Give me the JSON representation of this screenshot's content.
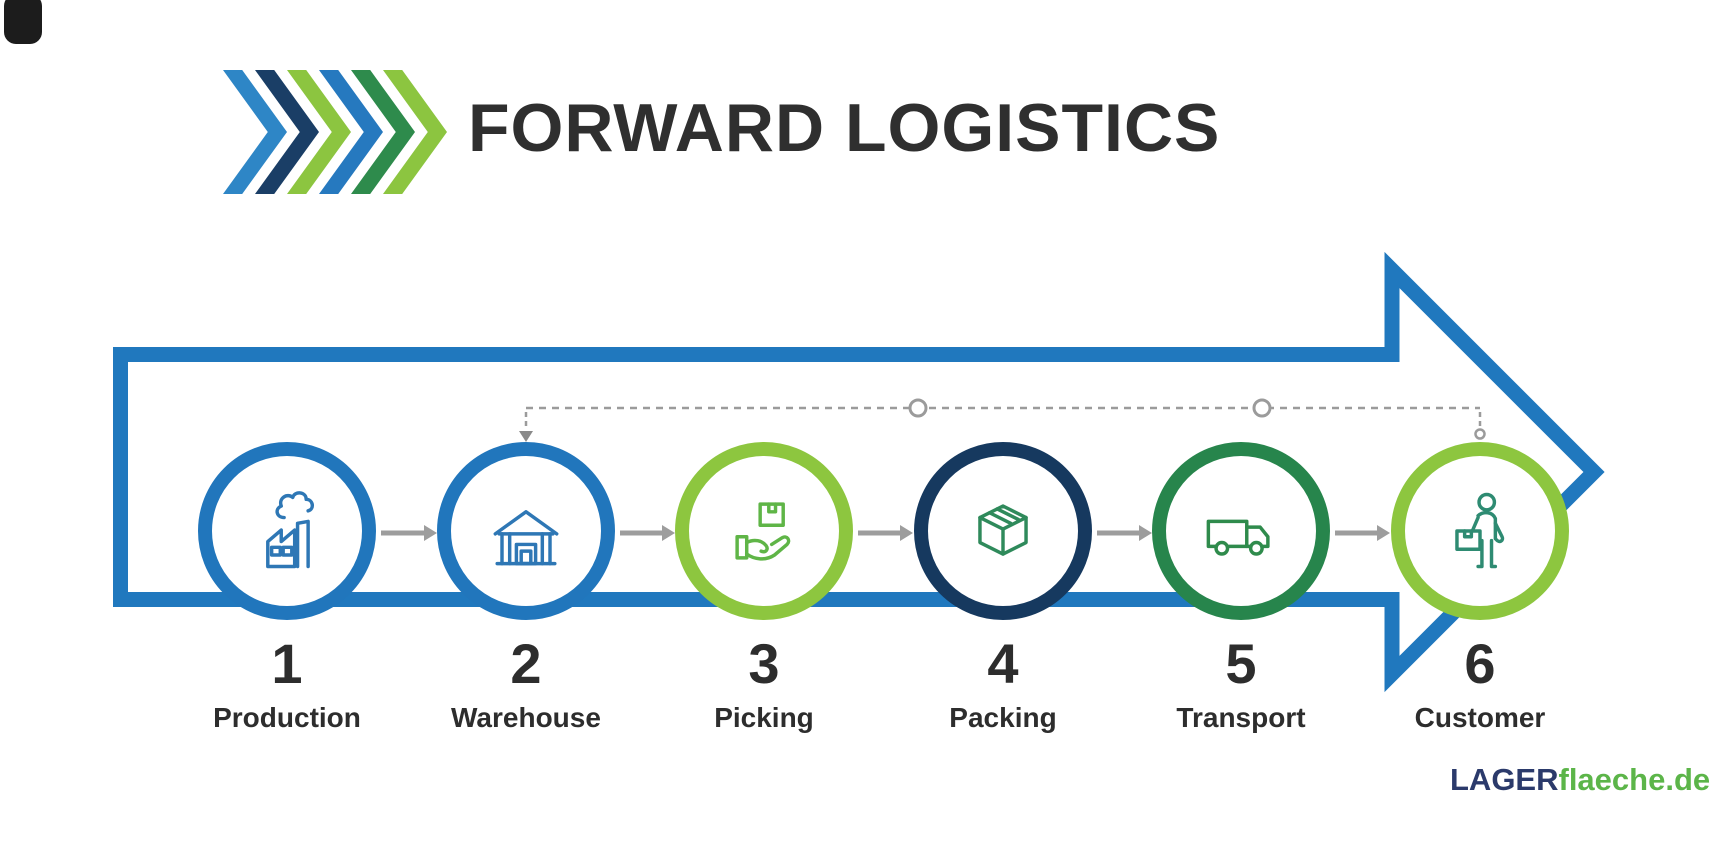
{
  "header": {
    "title": "FORWARD LOGISTICS"
  },
  "logo_chevrons": {
    "colors": [
      "#2e86c6",
      "#1a3e66",
      "#8cc540",
      "#2679bf",
      "#2e8b4c",
      "#8cc540"
    ]
  },
  "flow": {
    "arrow_color": "#2078be",
    "connector_color": "#9d9d9d",
    "dashed_color": "#9b9b9b",
    "steps": [
      {
        "number": "1",
        "label": "Production",
        "ring_color": "#2176bc",
        "icon": "factory-icon",
        "icon_color": "#2e77b5"
      },
      {
        "number": "2",
        "label": "Warehouse",
        "ring_color": "#2176bc",
        "icon": "warehouse-icon",
        "icon_color": "#2e77b5"
      },
      {
        "number": "3",
        "label": "Picking",
        "ring_color": "#8dc63f",
        "icon": "hand-box-icon",
        "icon_color": "#5fb547"
      },
      {
        "number": "4",
        "label": "Packing",
        "ring_color": "#16395f",
        "icon": "package-box-icon",
        "icon_color": "#2f8a5b"
      },
      {
        "number": "5",
        "label": "Transport",
        "ring_color": "#27854c",
        "icon": "truck-icon",
        "icon_color": "#2f8b4c"
      },
      {
        "number": "6",
        "label": "Customer",
        "ring_color": "#8dc63f",
        "icon": "person-with-box-icon",
        "icon_color": "#2e8b72"
      }
    ]
  },
  "footer": {
    "brand_primary": "LAGER",
    "brand_secondary": "flaeche.de",
    "brand_primary_color": "#2b3a6b",
    "brand_secondary_color": "#5cb549"
  }
}
